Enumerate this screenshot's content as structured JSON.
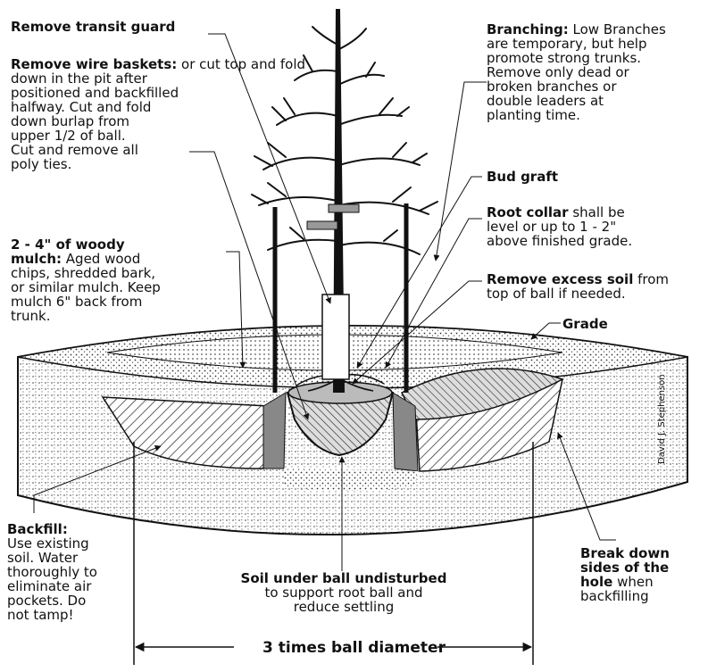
{
  "labels": {
    "transit_guard": {
      "bold": "Remove transit guard",
      "text": ""
    },
    "wire_baskets": {
      "bold": "Remove wire baskets:",
      "text": " or cut top and fold\ndown in the pit after\npositioned and backfilled\nhalfway. Cut and fold\ndown burlap from\nupper 1/2 of ball.\nCut and remove all\npoly ties."
    },
    "mulch": {
      "bold": "2 - 4\" of woody\nmulch:",
      "text": " Aged wood\nchips, shredded bark,\nor similar mulch. Keep\nmulch 6\" back from\ntrunk."
    },
    "branching": {
      "bold": "Branching:",
      "text": " Low Branches\nare temporary, but help\npromote strong trunks.\nRemove only dead or\nbroken branches or\ndouble leaders at\nplanting time."
    },
    "bud_graft": {
      "bold": "Bud graft",
      "text": ""
    },
    "root_collar": {
      "bold": "Root collar",
      "text": " shall be\nlevel or up to 1 - 2\"\nabove finished grade."
    },
    "excess_soil": {
      "bold": "Remove excess soil",
      "text": " from\ntop of ball if needed."
    },
    "grade": {
      "bold": "Grade",
      "text": ""
    },
    "backfill": {
      "bold": "Backfill:",
      "text": "\nUse existing\nsoil. Water\nthoroughly to\neliminate air\npockets. Do\nnot tamp!"
    },
    "soil_under_ball": {
      "bold": "Soil under ball undisturbed",
      "text": "\nto support root ball and\nreduce settling"
    },
    "break_down": {
      "bold": "Break down\nsides of the\nhole",
      "text": " when\nbackfilling"
    }
  },
  "dimension": "3 times ball diameter",
  "credit": "David J. Stephenson"
}
